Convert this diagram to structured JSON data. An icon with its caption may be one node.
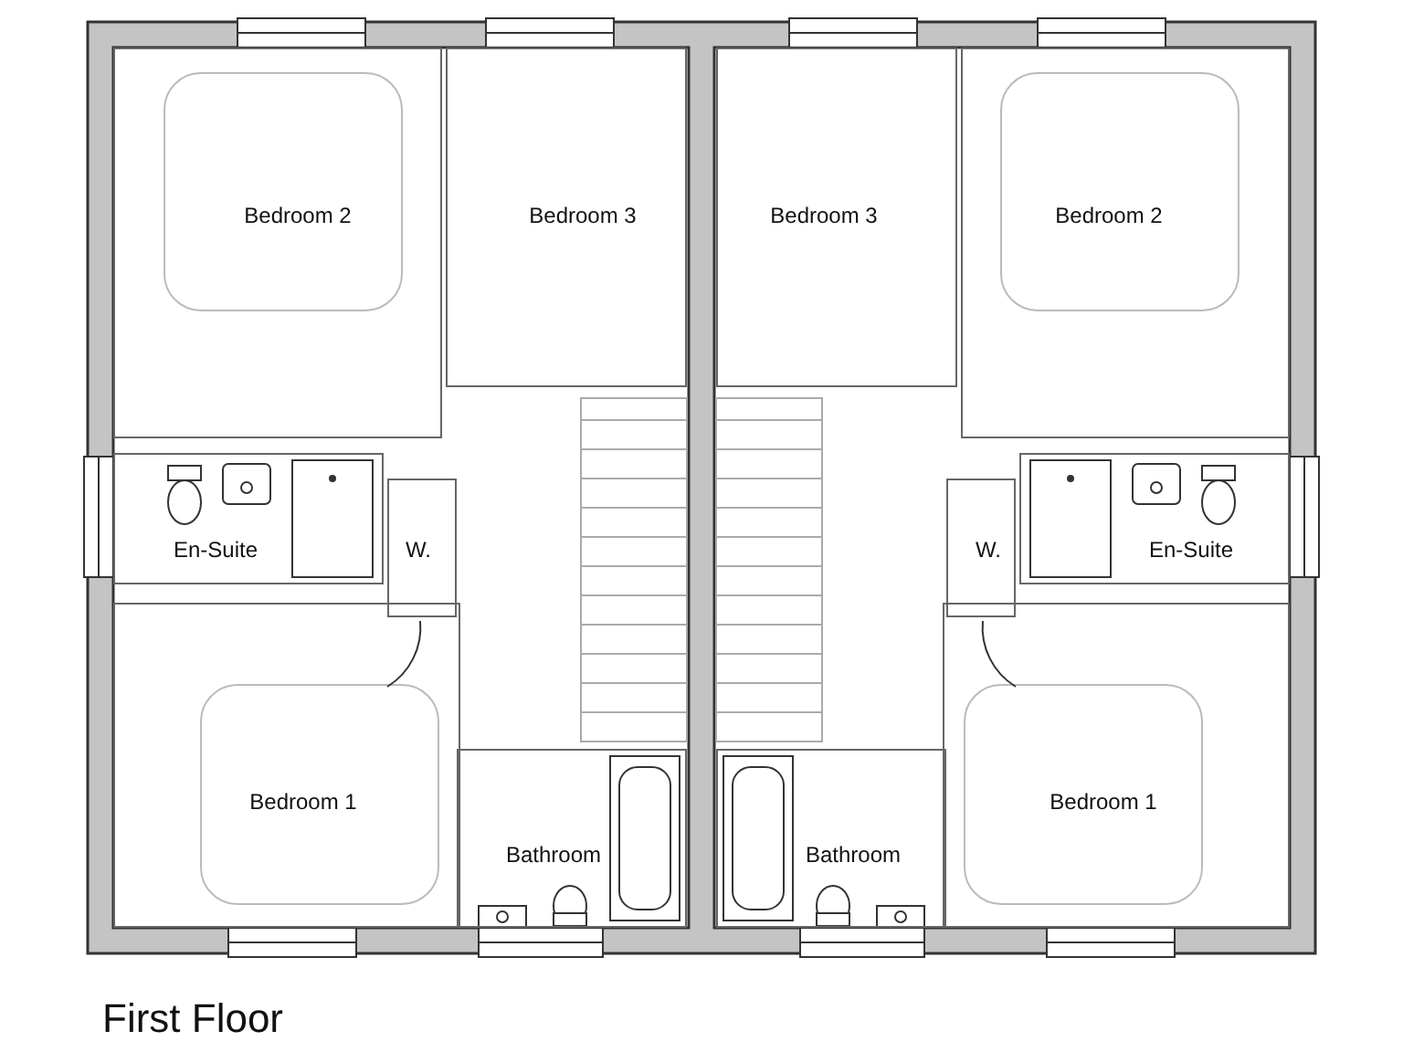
{
  "diagram": {
    "caption": "First Floor",
    "nodes": [
      {
        "text": [
          "Bedroom 2"
        ]
      },
      {
        "text": [
          "Bedroom 3"
        ]
      },
      {
        "text": [
          "Bedroom 3"
        ]
      },
      {
        "text": [
          "Bedroom 2"
        ]
      },
      {
        "text": [
          "En-Suite"
        ]
      },
      {
        "text": [
          "W."
        ]
      },
      {
        "text": [
          "W."
        ]
      },
      {
        "text": [
          "En-Suite"
        ]
      },
      {
        "text": [
          "Bedroom 1"
        ]
      },
      {
        "text": [
          "Bathroom"
        ]
      },
      {
        "text": [
          "Bathroom"
        ]
      },
      {
        "text": [
          "Bedroom 1"
        ]
      }
    ],
    "edges": []
  }
}
